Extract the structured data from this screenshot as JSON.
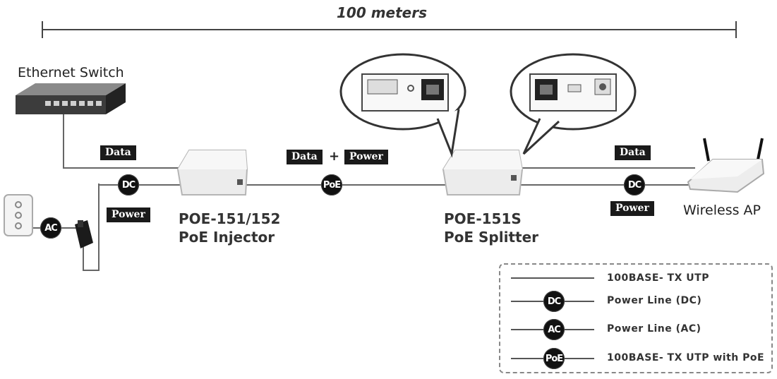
{
  "distance": {
    "label": "100 meters"
  },
  "devices": {
    "switch": {
      "label": "Ethernet Switch"
    },
    "ap": {
      "label": "Wireless AP"
    },
    "injector": {
      "model": "POE-151/152",
      "type": "PoE Injector"
    },
    "splitter": {
      "model": "POE-151S",
      "type": "PoE Splitter"
    }
  },
  "tags": {
    "data_left": "Data",
    "power_left": "Power",
    "data_mid": "Data",
    "plus": "+",
    "power_mid": "Power",
    "data_right": "Data",
    "power_right": "Power"
  },
  "badges": {
    "dc_left": "DC",
    "ac_left": "AC",
    "poe_mid": "PoE",
    "dc_right": "DC"
  },
  "legend": {
    "items": [
      {
        "symbol": "",
        "label": "100BASE- TX UTP"
      },
      {
        "symbol": "DC",
        "label": "Power Line (DC)"
      },
      {
        "symbol": "AC",
        "label": "Power Line (AC)"
      },
      {
        "symbol": "PoE",
        "label": "100BASE- TX UTP with PoE"
      }
    ]
  },
  "colors": {
    "line": "#555555",
    "tag_bg": "#1a1a1a",
    "badge_bg": "#111111",
    "device_body": "#ececec"
  }
}
